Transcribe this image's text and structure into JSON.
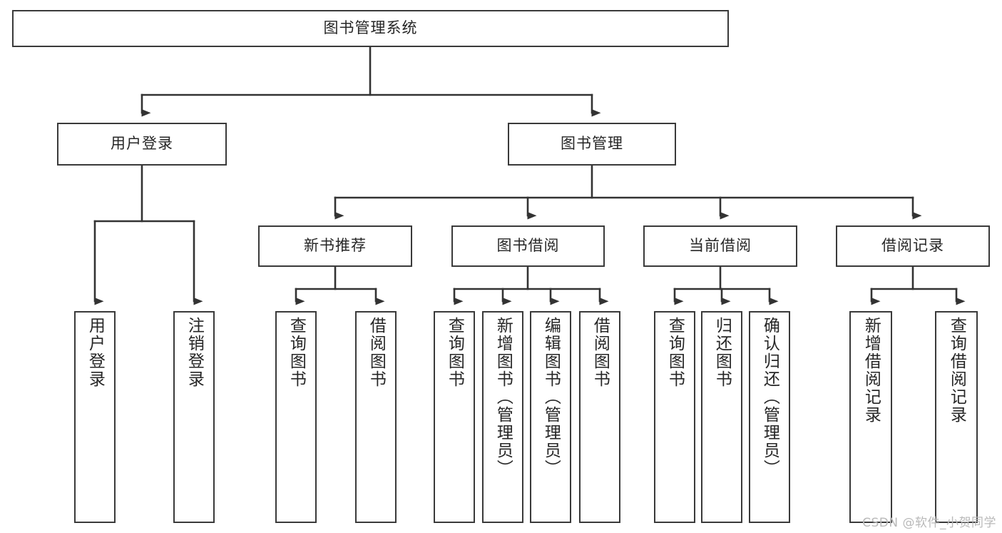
{
  "diagram": {
    "type": "tree-hierarchy",
    "title": "图书管理系统",
    "orientation": "top-down",
    "colors": {
      "box_border": "#3a3a3a",
      "box_fill": "#ffffff",
      "connector": "#333333",
      "text": "#262626",
      "watermark": "#b9b9b9",
      "background": "#ffffff"
    },
    "nodes": {
      "root": {
        "label": "图书管理系统"
      },
      "level2": [
        {
          "id": "user-login",
          "label": "用户登录"
        },
        {
          "id": "book-manage",
          "label": "图书管理"
        }
      ],
      "level3": [
        {
          "id": "new-book-recommend",
          "label": "新书推荐"
        },
        {
          "id": "book-borrow",
          "label": "图书借阅"
        },
        {
          "id": "current-borrow",
          "label": "当前借阅"
        },
        {
          "id": "borrow-record",
          "label": "借阅记录"
        }
      ],
      "leaves": {
        "user_login": [
          {
            "id": "leaf-user-login",
            "label": "用户登录"
          },
          {
            "id": "leaf-logout-login",
            "label": "注销登录"
          }
        ],
        "new_book_recommend": [
          {
            "id": "leaf-query-book-1",
            "label": "查询图书"
          },
          {
            "id": "leaf-borrow-book-1",
            "label": "借阅图书"
          }
        ],
        "book_borrow": [
          {
            "id": "leaf-query-book-2",
            "label": "查询图书"
          },
          {
            "id": "leaf-add-book",
            "label": "新增图书（管理员）"
          },
          {
            "id": "leaf-edit-book",
            "label": "编辑图书（管理员）"
          },
          {
            "id": "leaf-borrow-book-2",
            "label": "借阅图书"
          }
        ],
        "current_borrow": [
          {
            "id": "leaf-query-book-3",
            "label": "查询图书"
          },
          {
            "id": "leaf-return-book",
            "label": "归还图书"
          },
          {
            "id": "leaf-confirm-return",
            "label": "确认归还（管理员）"
          }
        ],
        "borrow_record": [
          {
            "id": "leaf-add-record",
            "label": "新增借阅记录"
          },
          {
            "id": "leaf-query-record",
            "label": "查询借阅记录"
          }
        ]
      }
    }
  },
  "watermark": {
    "text": "CSDN @软件_小贺同学"
  }
}
